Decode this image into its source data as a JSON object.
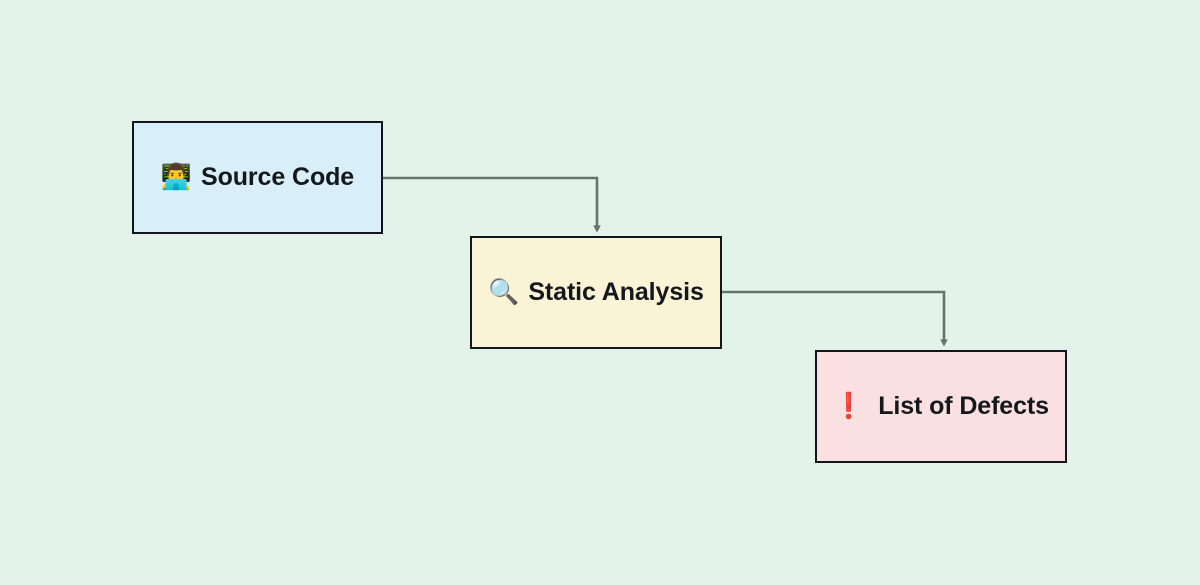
{
  "diagram": {
    "background_color": "#e3f3ea",
    "edge_color": "#63766e",
    "nodes": [
      {
        "id": "source-code",
        "label": "Source Code",
        "icon": "👨‍💻",
        "icon_name": "technologist-icon",
        "fill": "#d8eef8",
        "border": "#11161c"
      },
      {
        "id": "static-analysis",
        "label": "Static Analysis",
        "icon": "🔍",
        "icon_name": "magnifying-glass-icon",
        "fill": "#faf3d6",
        "border": "#11161c"
      },
      {
        "id": "list-of-defects",
        "label": "List of Defects",
        "icon": "❗",
        "icon_name": "exclamation-mark-icon",
        "fill": "#fae0e0",
        "border": "#11161c"
      }
    ],
    "edges": [
      {
        "id": "edge-source-to-static",
        "from": "source-code",
        "to": "static-analysis"
      },
      {
        "id": "edge-static-to-defects",
        "from": "static-analysis",
        "to": "list-of-defects"
      }
    ]
  }
}
